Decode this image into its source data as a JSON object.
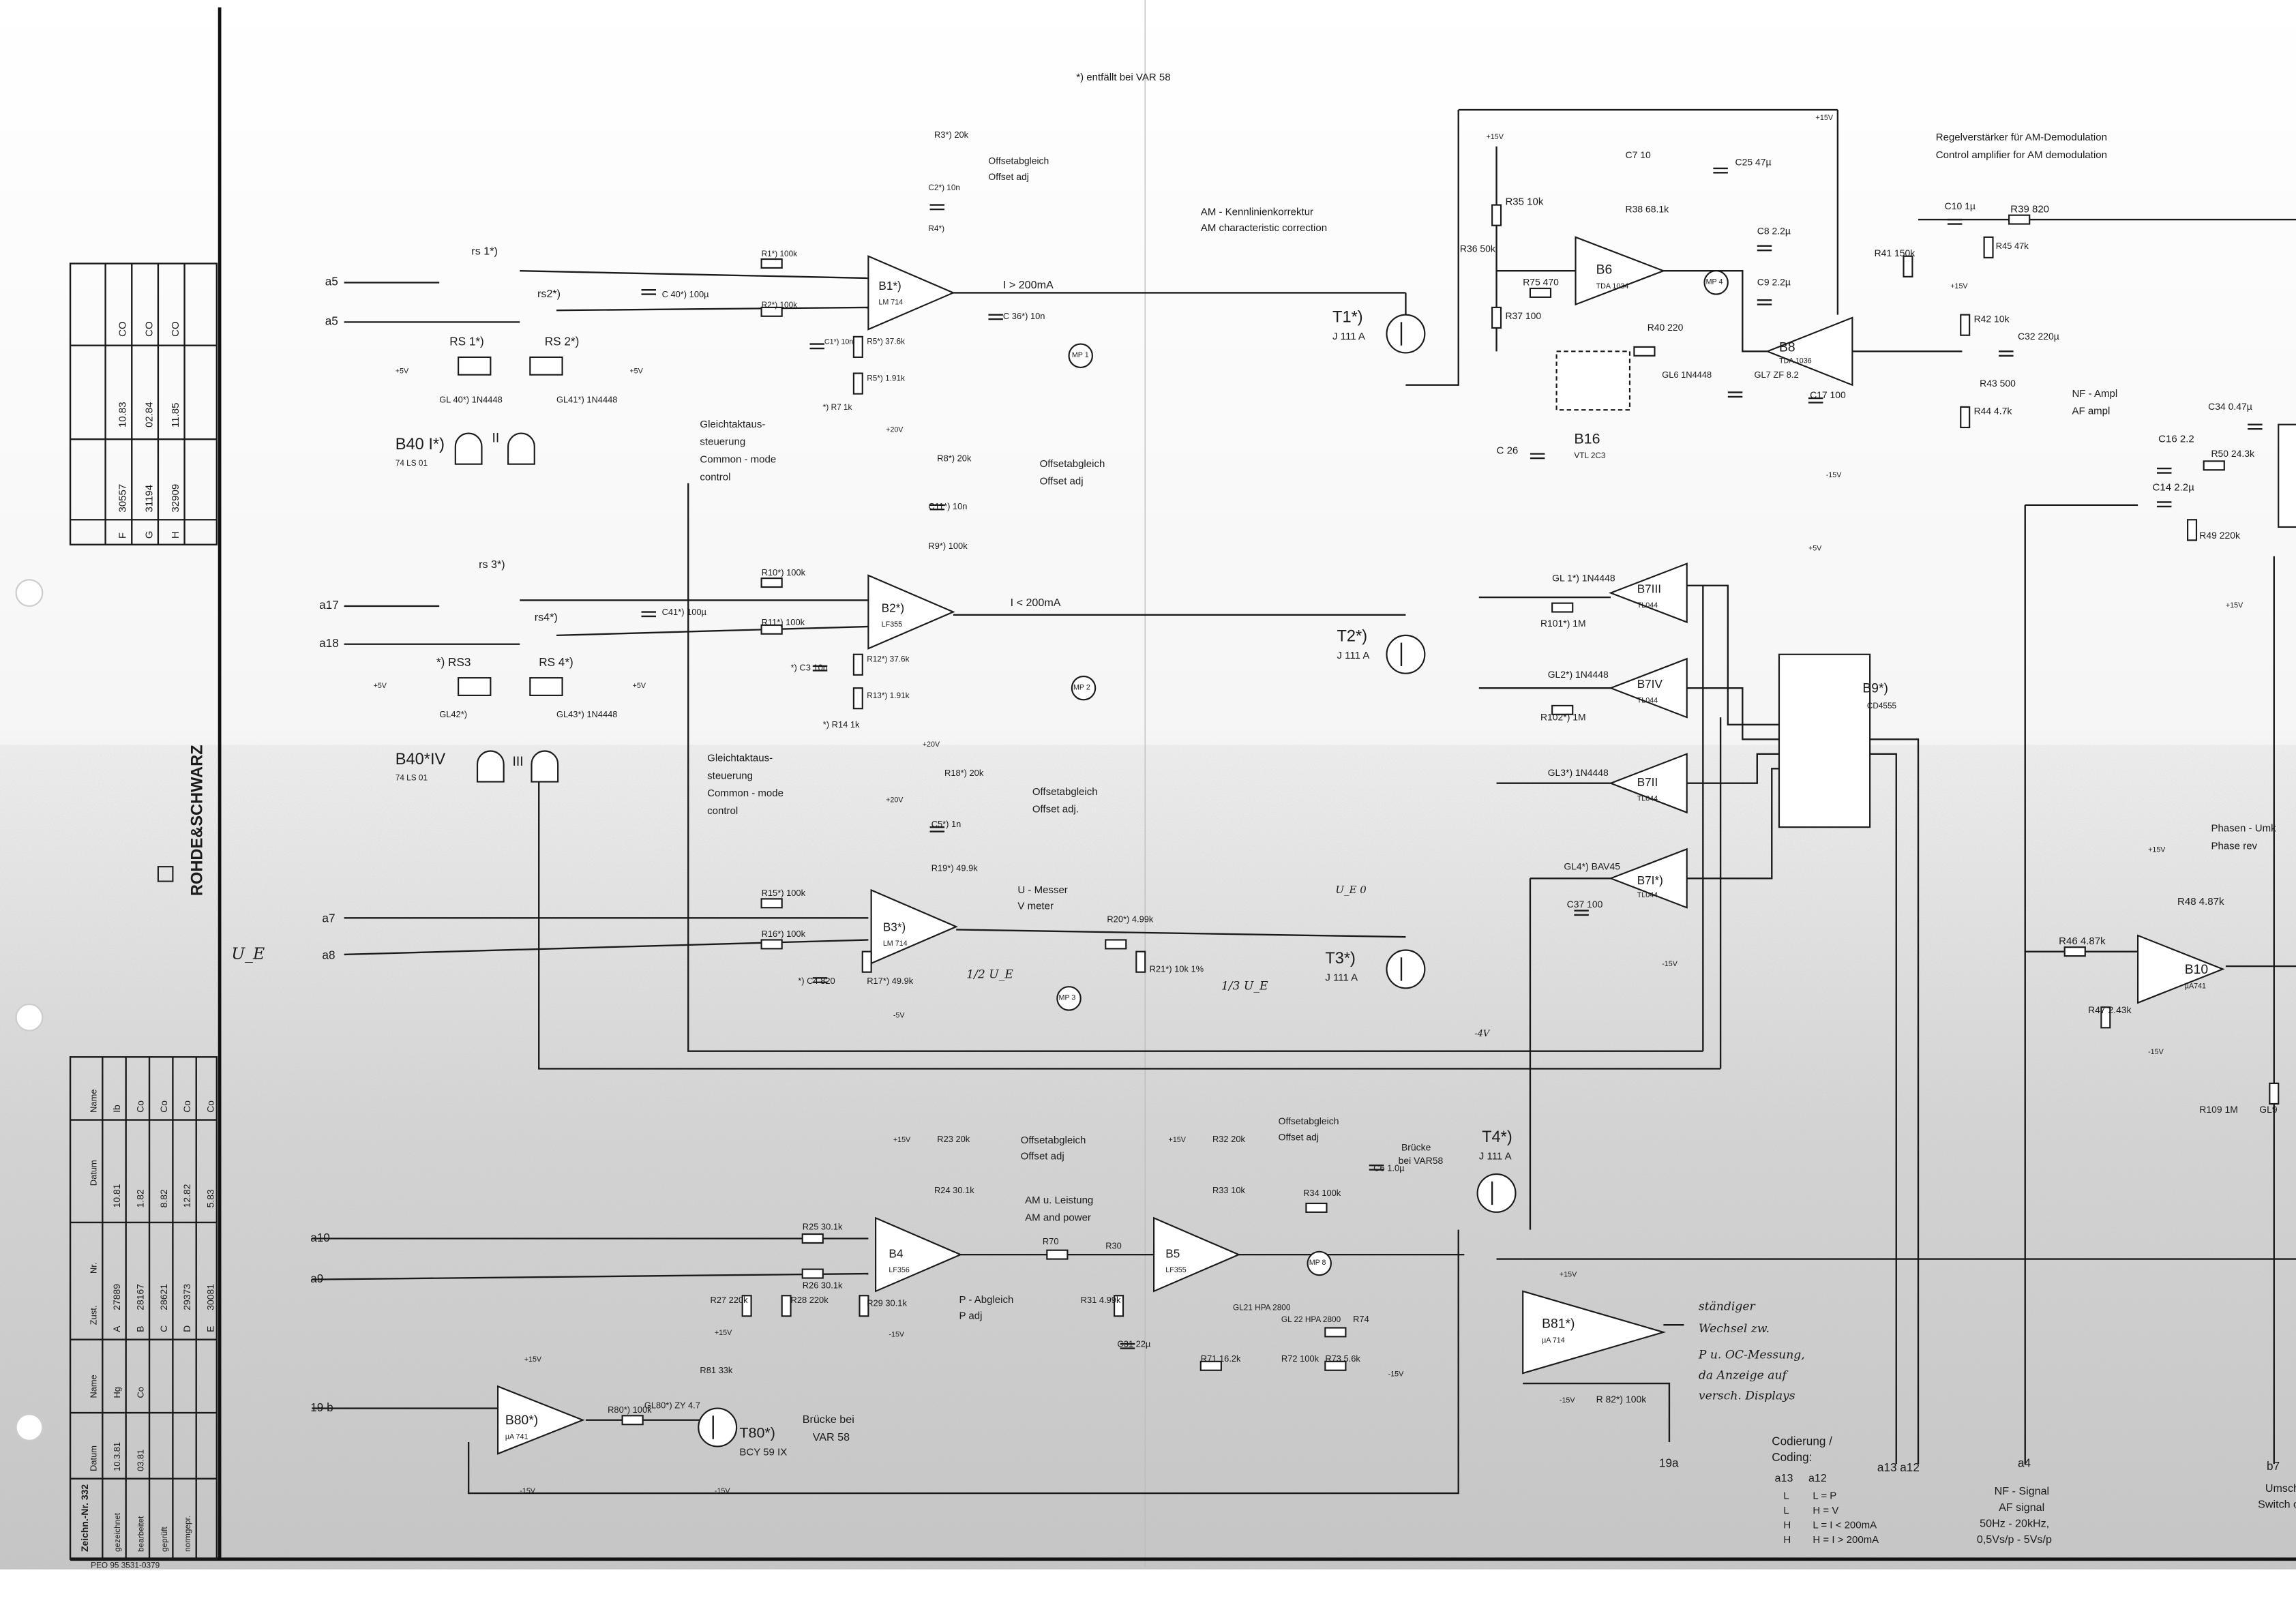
{
  "header_note": "*) entfällt bei VAR 58",
  "brand": "ROHDE&SCHWARZ",
  "revisions_top": [
    {
      "zust": "F",
      "nr": "30557",
      "datum": "10.83",
      "name": "CO"
    },
    {
      "zust": "G",
      "nr": "31194",
      "datum": "02.84",
      "name": "CO"
    },
    {
      "zust": "H",
      "nr": "32909",
      "datum": "11.85",
      "name": "CO"
    }
  ],
  "title_block": {
    "drawing_no": "Zeichn.-Nr. 332",
    "headers": [
      "Datum",
      "Name",
      "Zust.",
      "Nr.",
      "Datum",
      "Name"
    ],
    "rows": [
      {
        "role": "gezeichnet",
        "datum": "10.3.81",
        "name": "Hg",
        "zust": "A",
        "nr": "27889",
        "rdatum": "10.81",
        "rname": "Ib"
      },
      {
        "role": "bearbeitet",
        "datum": "03.81",
        "name": "Co",
        "zust": "B",
        "nr": "28167",
        "rdatum": "1.82",
        "rname": "Co"
      },
      {
        "role": "geprüft",
        "datum": "",
        "name": "",
        "zust": "C",
        "nr": "28621",
        "rdatum": "8.82",
        "rname": "Co"
      },
      {
        "role": "normgepr.",
        "datum": "",
        "name": "",
        "zust": "D",
        "nr": "29373",
        "rdatum": "12.82",
        "rname": "Co"
      },
      {
        "role": "",
        "datum": "",
        "name": "",
        "zust": "E",
        "nr": "30081",
        "rdatum": "5.83",
        "rname": "Co"
      }
    ],
    "footer": "PEO 95 3531-0379"
  },
  "notes": {
    "regel_de": "Regelverstärker für AM-Demodulation",
    "regel_en": "Control amplifier for AM demodulation",
    "am_de": "AM - Kennlinienkorrektur",
    "am_en": "AM characteristic correction",
    "off1_de": "Offsetabgleich",
    "off1_en": "Offset adj",
    "off2_de": "Offsetabgleich",
    "off2_en": "Offset adj",
    "off3_de": "Offsetabgleich",
    "off3_en": "Offset adj.",
    "off4_de": "Offsetabgleich",
    "off4_en": "Offset adj",
    "off5_de": "Offsetabgleich",
    "off5_en": "Offset adj",
    "gl1_a": "Gleichtaktaus-",
    "gl1_b": "steuerung",
    "gl1_c": "Common - mode",
    "gl1_d": "control",
    "gl2_a": "Gleichtaktaus-",
    "gl2_b": "steuerung",
    "gl2_c": "Common - mode",
    "gl2_d": "control",
    "umess_de": "U - Messer",
    "umess_en": "V meter",
    "amp_de": "AM u. Leistung",
    "amp_en": "AM and power",
    "padj_de": "P - Abgleich",
    "padj_en": "P adj",
    "bruecke1_a": "Brücke",
    "bruecke1_b": "bei VAR58",
    "bruecke2_a": "Brücke bei",
    "bruecke2_b": "VAR 58",
    "nf_de": "NF - Ampl",
    "nf_en": "AF ampl",
    "phase_de": "Phasen - Umk",
    "phase_en": "Phase rev",
    "i_gt": "I > 200mA",
    "i_lt": "I < 200mA",
    "ue": "U_E",
    "ue_half": "1/2 U_E",
    "ue_third": "1/3 U_E",
    "ue_pulse": "U_E 0",
    "pulse_low": "-4V"
  },
  "handwritten": [
    "ständiger",
    "Wechsel zw.",
    "P u. OC-Messung,",
    "da Anzeige auf",
    "versch. Displays"
  ],
  "pins": {
    "a5a": "a5",
    "a5b": "a5",
    "a17": "a17",
    "a18": "a18",
    "a7": "a7",
    "a8": "a8",
    "a10": "a10",
    "a9": "a9",
    "b19": "19 b",
    "a19": "19a",
    "a13a12": "a13 a12",
    "a4": "a4",
    "b7": "b7"
  },
  "coding": {
    "title_de": "Codierung /",
    "title_en": "Coding:",
    "col1": "a13",
    "col2": "a12",
    "rows": [
      {
        "a13": "L",
        "a12": "L = P"
      },
      {
        "a13": "L",
        "a12": "H = V"
      },
      {
        "a13": "H",
        "a12": "L = I < 200mA"
      },
      {
        "a13": "H",
        "a12": "H = I > 200mA"
      }
    ]
  },
  "af_signal": {
    "de": "NF - Signal",
    "en": "AF signal",
    "range": "50Hz - 20kHz,",
    "level": "0,5Vs/p - 5Vs/p"
  },
  "switch_over": {
    "de": "Umschalt",
    "en": "Switch over"
  },
  "components": {
    "B1": "B1*)",
    "B1p": "LM 714",
    "B2": "B2*)",
    "B2p": "LF355",
    "B3": "B3*)",
    "B3p": "LM 714",
    "B4": "B4",
    "B4p": "LF356",
    "B5": "B5",
    "B5p": "LF355",
    "B6": "B6",
    "B6p": "TDA 1034",
    "B8": "B8",
    "B8p": "TDA 1036",
    "B7III": "B7III",
    "B7IV": "B7IV",
    "B7II": "B7II",
    "B7I": "B7I*)",
    "B7p": "TL044",
    "B9": "B9*)",
    "B9p": "CD4555",
    "B10": "B10",
    "B10p": "µA741",
    "B80": "B80*)",
    "B80p": "µA 741",
    "B81": "B81*)",
    "B81p": "µA 714",
    "B16": "B16",
    "B16p": "VTL 2C3",
    "B40a": "B40 I*)",
    "B40ap": "74 LS 01",
    "B40b": "B40*IV",
    "B40bp": "74 LS 01",
    "g2": "II",
    "g3": "III",
    "T1": "T1*)",
    "T2": "T2*)",
    "T3": "T3*)",
    "T4": "T4*)",
    "Tp": "J 111 A",
    "T80": "T80*)",
    "T80p": "BCY 59 IX",
    "MP1": "MP 1",
    "MP2": "MP 2",
    "MP3": "MP 3",
    "MP4": "MP 4",
    "MP8": "MP 8",
    "rs1": "rs 1*)",
    "rs2": "rs2*)",
    "rs3": "rs 3*)",
    "rs4": "rs4*)",
    "RS1": "RS 1*)",
    "RS2": "RS 2*)",
    "RS3": "*) RS3",
    "RS4": "RS 4*)",
    "GL40": "GL 40*) 1N4448",
    "GL41": "GL41*) 1N4448",
    "GL42": "GL42*)",
    "GL43": "GL43*) 1N4448",
    "C40": "C 40*) 100µ",
    "C41": "C41*) 100µ",
    "R1": "R1*) 100k",
    "R2": "R2*) 100k",
    "C1": "C1*) 10n",
    "R3": "R3*) 20k",
    "R4": "R4*)",
    "C2": "C2*) 10n",
    "R5": "R5*) 37.6k",
    "R5b": "R5*) 1.91k",
    "R7": "*) R7 1k",
    "C36": "C 36*) 10n",
    "R8": "R8*) 20k",
    "C11": "C11*) 10n",
    "R9": "R9*) 100k",
    "R10": "R10*) 100k",
    "R11": "R11*) 100k",
    "C3": "*) C3 10n",
    "R12": "R12*) 37.6k",
    "R13": "R13*) 1.91k",
    "R14": "*) R14 1k",
    "R18": "R18*) 20k",
    "C5": "C5*) 1n",
    "R19": "R19*) 49.9k",
    "R15": "R15*) 100k",
    "R16": "R16*) 100k",
    "C4": "*) C4 820",
    "R17": "R17*) 49.9k",
    "R20": "R20*) 4.99k",
    "R21": "R21*) 10k 1%",
    "R23": "R23 20k",
    "R24": "R24 30.1k",
    "R25": "R25 30.1k",
    "R26": "R26 30.1k",
    "R27": "R27 220k",
    "R28": "R28 220k",
    "R29": "R29 30.1k",
    "R81": "R81 33k",
    "R80": "R80*) 100k",
    "GL80": "GL80*) ZY 4.7",
    "R70": "R70",
    "R30": "R30",
    "R31": "R31 4.99k",
    "C31": "C31 22µ",
    "R32": "R32 20k",
    "R33": "R33 10k",
    "R34": "R34 100k",
    "C6": "C6 1.0µ",
    "GL21": "GL21 HPA 2800",
    "GL22": "GL 22 HPA 2800",
    "R74": "R74",
    "R71": "R71 16.2k",
    "R72": "R72 100k",
    "R73": "R73 5.6k",
    "R82": "R 82*) 100k",
    "R35": "R35 10k",
    "R36": "R36 50k",
    "R37": "R37 100",
    "R75": "R75 470",
    "C7": "C7 10",
    "R38": "R38 68.1k",
    "C25": "C25 47µ",
    "C8": "C8 2.2µ",
    "C9": "C9 2.2µ",
    "R40": "R40 220",
    "GL6": "GL6 1N4448",
    "GL7": "GL7 ZF 8.2",
    "C17": "C17 100",
    "C26": "C 26",
    "R41": "R41 150k",
    "C10": "C10 1µ",
    "R39": "R39 820",
    "R45": "R45 47k",
    "R42": "R42 10k",
    "C32": "C32 220µ",
    "R43": "R43 500",
    "R44": "R44 4.7k",
    "C34": "C34 0.47µ",
    "C16": "C16 2.2",
    "C14": "C14 2.2µ",
    "R50": "R50 24.3k",
    "R49": "R49 220k",
    "GL1": "GL 1*) 1N4448",
    "R101": "R101*) 1M",
    "GL2": "GL2*) 1N4448",
    "R102": "R102*) 1M",
    "GL3": "GL3*) 1N4448",
    "GL4": "GL4*) BAV45",
    "C37": "C37 100",
    "R48": "R48 4.87k",
    "R46": "R46 4.87k",
    "R47": "R47 2.43k",
    "R109": "R109 1M",
    "GL9": "GL9"
  },
  "supplies": {
    "p15": "+15V",
    "m15": "-15V",
    "p5": "+5V",
    "m5": "-5V",
    "p20": "+20V"
  }
}
